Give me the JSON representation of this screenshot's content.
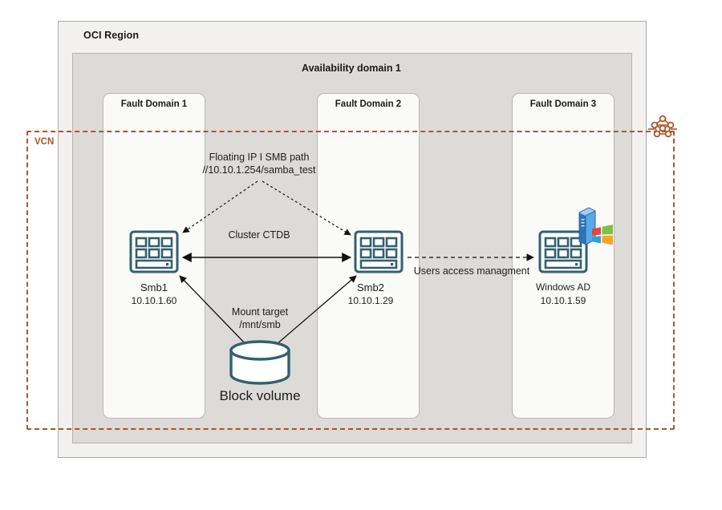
{
  "diagram": {
    "containers": {
      "oci_region": {
        "label": "OCI Region"
      },
      "availability_domain": {
        "label": "Availability domain 1"
      },
      "fault_domains": [
        {
          "label": "Fault Domain 1"
        },
        {
          "label": "Fault Domain 2"
        },
        {
          "label": "Fault Domain 3"
        }
      ],
      "vcn": {
        "label": "VCN",
        "color": "#a8572a",
        "icon": "vcn-network-icon"
      }
    },
    "nodes": {
      "smb1": {
        "name": "Smb1",
        "ip": "10.10.1.60",
        "icon": "server-icon"
      },
      "smb2": {
        "name": "Smb2",
        "ip": "10.10.1.29",
        "icon": "server-icon"
      },
      "windows_ad": {
        "name": "Windows AD",
        "ip": "10.10.1.59",
        "icon": "windows-server-icon"
      },
      "block_volume": {
        "name": "Block volume",
        "icon": "cylinder-database-icon"
      }
    },
    "annotations": {
      "floating_ip_line1": "Floating IP I SMB path",
      "floating_ip_line2": "//10.10.1.254/samba_test",
      "cluster": "Cluster CTDB",
      "mount_target_line1": "Mount target",
      "mount_target_line2": "/mnt/smb",
      "users_access": "Users access managment"
    },
    "colors": {
      "region_fill": "#f2f1f0",
      "availability_fill": "#dddbd7",
      "fault_domain_fill": "#fafaf9",
      "node_stroke": "#33606d",
      "vcn_dash": "#a8572a",
      "windows_blue": "#3d8fd8"
    }
  }
}
